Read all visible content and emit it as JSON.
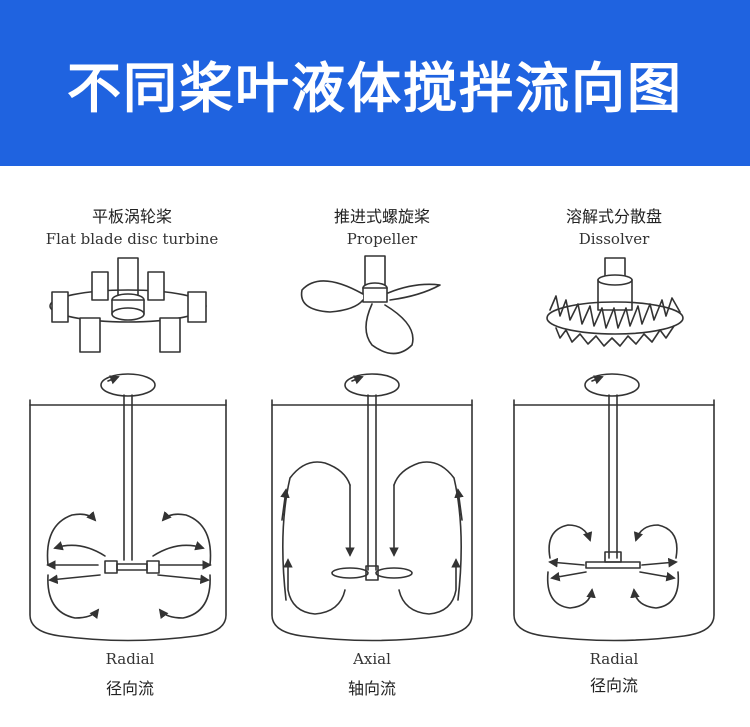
{
  "title": "不同桨叶液体搅拌流向图",
  "colors": {
    "banner": "#1f63e0",
    "title_text": "#ffffff",
    "line": "#333333"
  },
  "panels": [
    {
      "impeller_cn": "平板涡轮桨",
      "impeller_en": "Flat blade disc turbine",
      "flow_en": "Radial",
      "flow_cn": "径向流"
    },
    {
      "impeller_cn": "推进式螺旋桨",
      "impeller_en": "Propeller",
      "flow_en": "Axial",
      "flow_cn": "轴向流"
    },
    {
      "impeller_cn": "溶解式分散盘",
      "impeller_en": "Dissolver",
      "flow_en": "Radial",
      "flow_cn": "径向流"
    }
  ]
}
